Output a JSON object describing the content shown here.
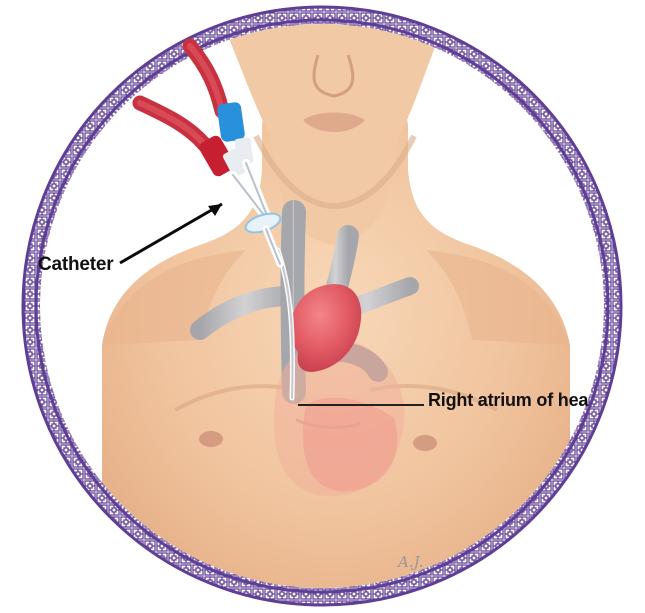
{
  "labels": {
    "catheter": "Catheter",
    "right_atrium": "Right atrium of hea"
  },
  "signature": "A.J.",
  "colors": {
    "frame": "#5f3e96",
    "skin": "#f2c8a1",
    "heart": "#e65f67",
    "vessel": "#b9bdc6",
    "arterial_line": "#c8313f",
    "venous_line": "#63b7e7"
  },
  "icons": {
    "frame": "ornamental-circular-border",
    "body": "human-torso-illustration",
    "device": "dialysis-catheter"
  }
}
